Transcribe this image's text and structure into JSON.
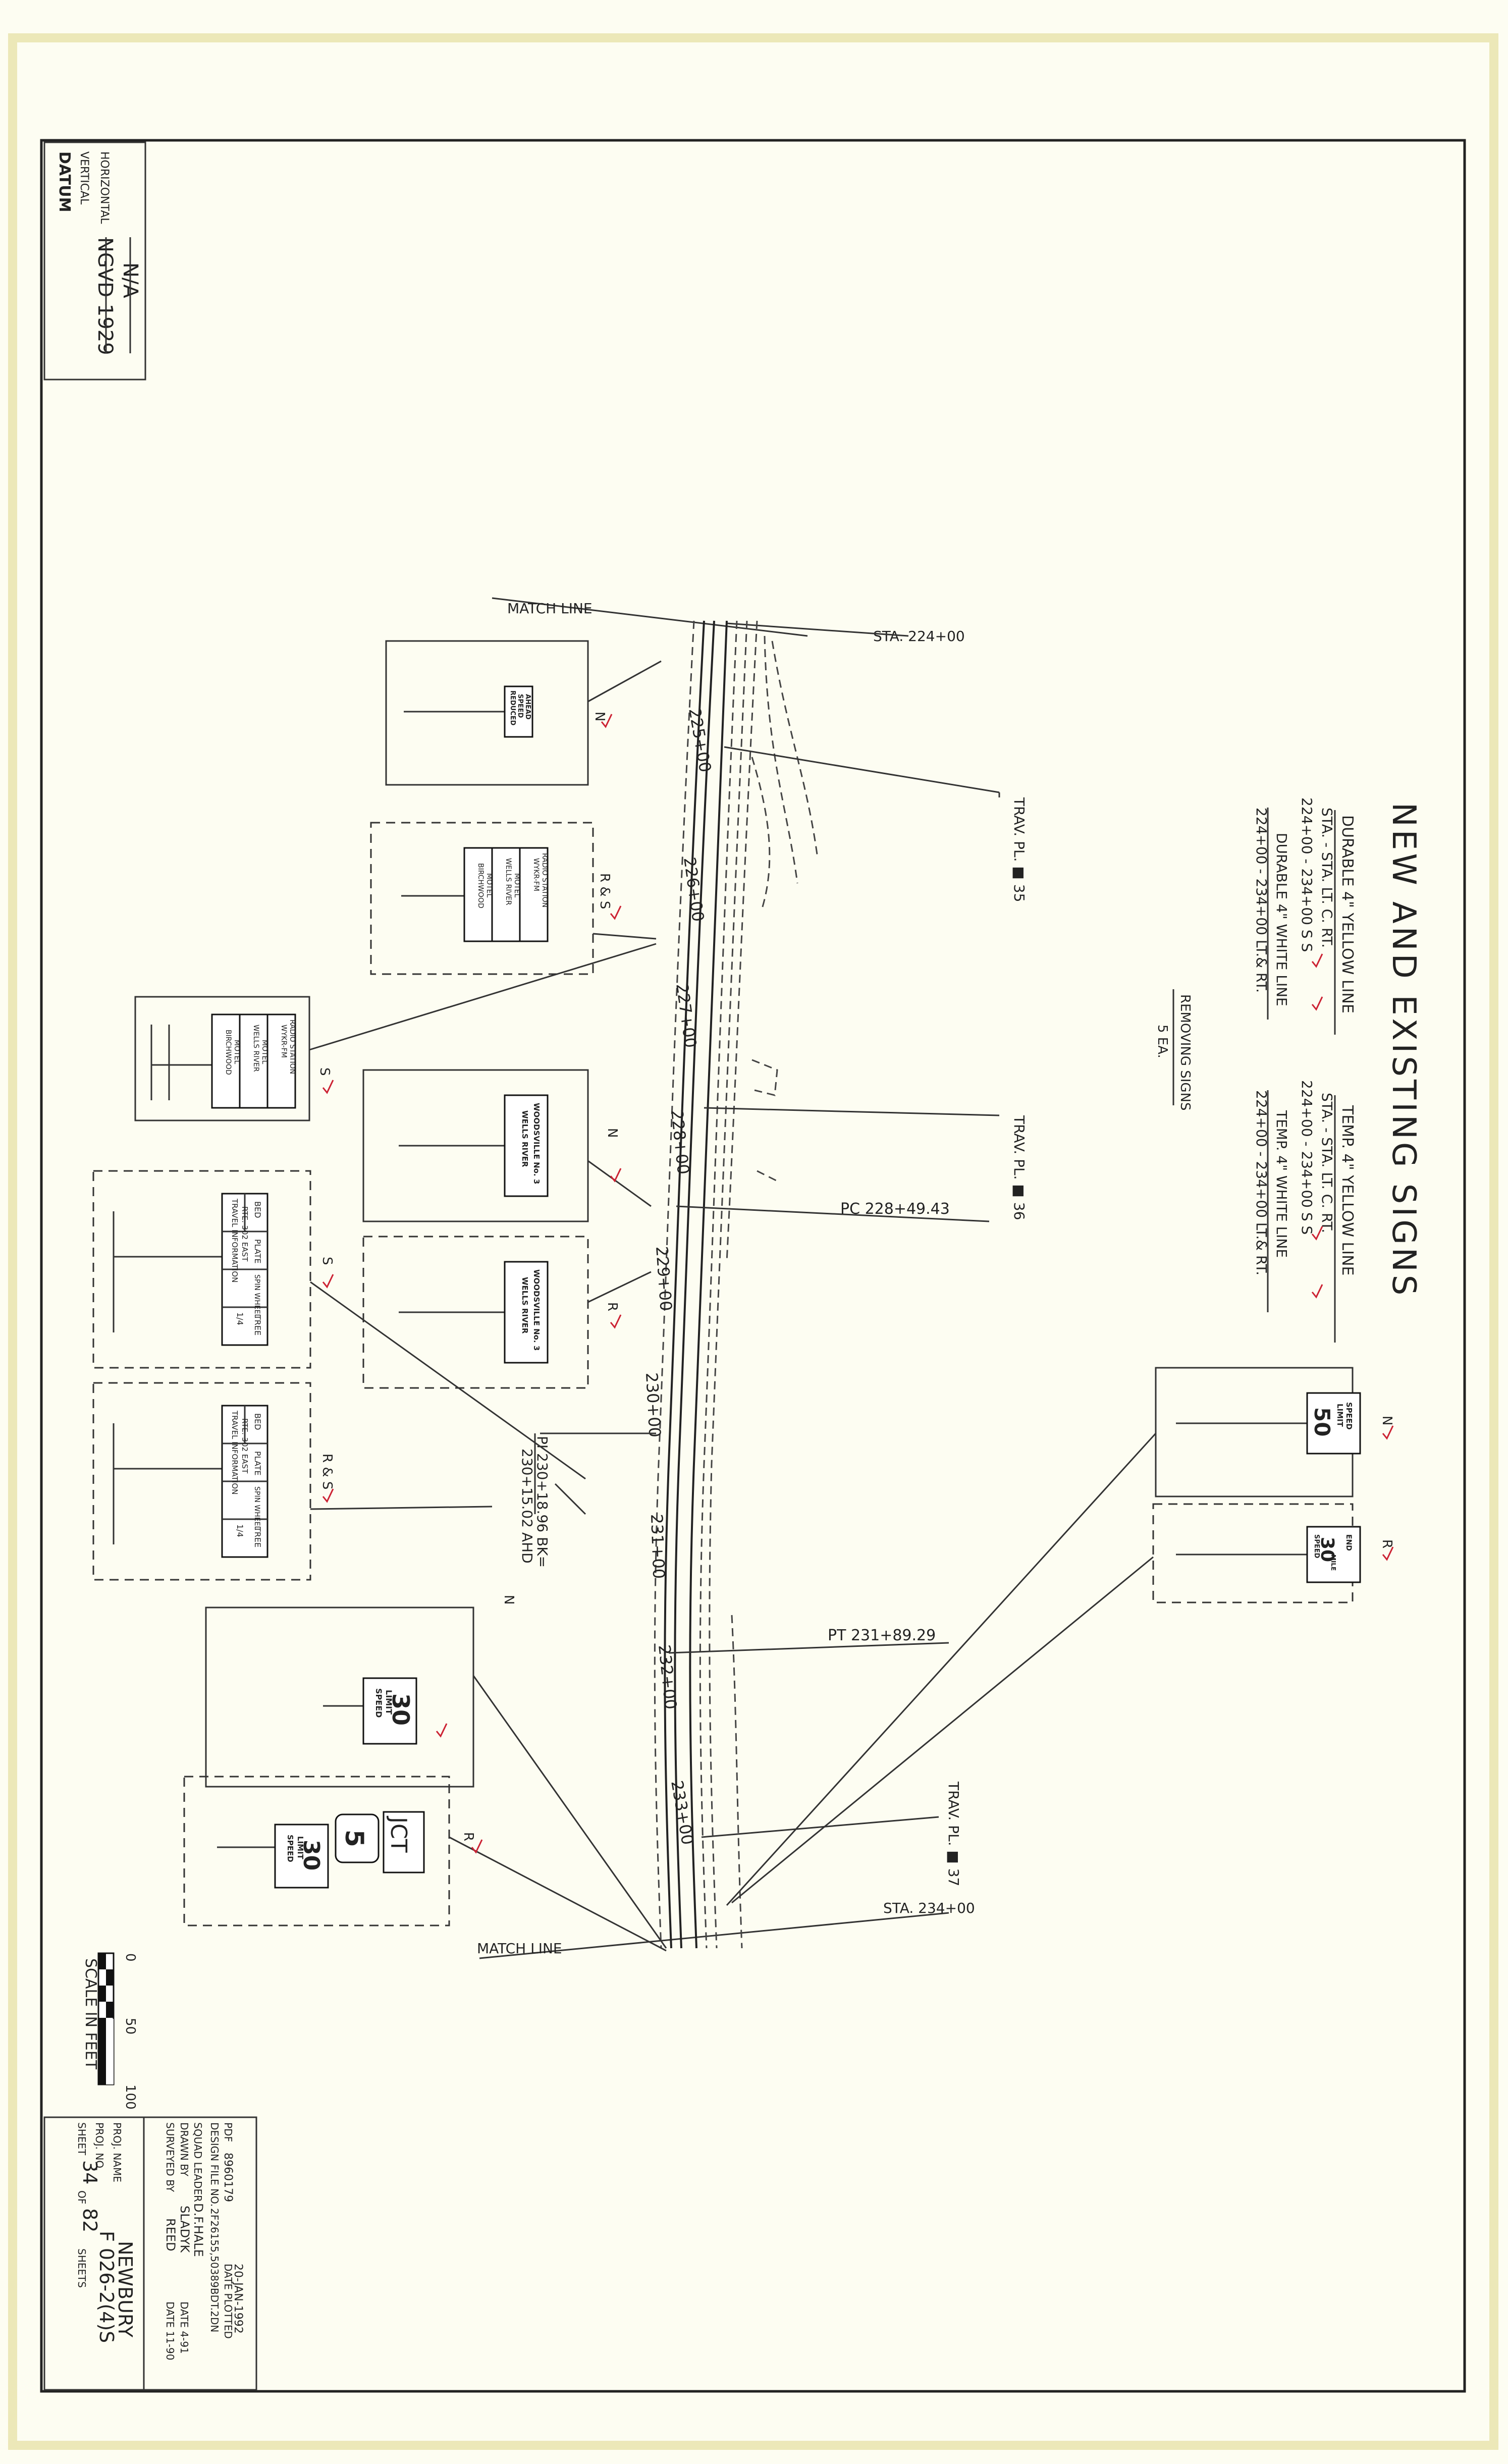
{
  "title": "NEW AND EXISTING SIGNS",
  "datum": {
    "heading": "DATUM",
    "vertical_label": "VERTICAL",
    "vertical_value": "NGVD 1929",
    "horizontal_label": "HORIZONTAL",
    "horizontal_value": "N/A"
  },
  "markings": {
    "durable_yellow": {
      "heading": "DURABLE 4\" YELLOW LINE",
      "cols": "STA. - STA.     LT.  C.  RT.",
      "row": "224+00 - 234+00     S     S"
    },
    "durable_white": {
      "heading": "DURABLE 4\" WHITE LINE",
      "row": "224+00 - 234+00 LT.& RT."
    },
    "temp_yellow": {
      "heading": "TEMP. 4\" YELLOW LINE",
      "cols": "STA. - STA.     LT.  C.  RT.",
      "row": "224+00 - 234+00     S     S"
    },
    "temp_white": {
      "heading": "TEMP. 4\" WHITE LINE",
      "row": "224+00 - 234+00 LT.& RT."
    },
    "removing": {
      "heading": "REMOVING SIGNS",
      "qty": "5 EA."
    }
  },
  "alignment": {
    "match_line_top": "MATCH LINE",
    "match_line_bottom": "MATCH LINE",
    "sta_start": "STA. 224+00",
    "sta_end": "STA. 234+00",
    "stations": [
      "225+00",
      "226+00",
      "227+00",
      "228+00",
      "229+00",
      "230+00",
      "231+00",
      "232+00",
      "233+00"
    ],
    "trav_35": "TRAV. PL. ■ 35",
    "trav_36": "TRAV. PL. ■ 36",
    "trav_37": "TRAV. PL. ■ 37",
    "pc": "PC 228+49.43",
    "pt": "PT 231+89.29",
    "pi_1": "PI 230+18.96 BK=",
    "pi_2": "230+15.02 AHD"
  },
  "signs": {
    "reduced": {
      "l1": "REDUCED",
      "l2": "SPEED",
      "l3": "AHEAD",
      "code": "N"
    },
    "radio_top": {
      "l1": "WYKR-FM",
      "l2": "RADIO STATION",
      "l3": "WELLS RIVER",
      "l4": "MOTEL",
      "l5": "BIRCHWOOD",
      "l6": "MOTEL",
      "code": "R & S"
    },
    "radio_left": {
      "l1": "WYKR-FM",
      "l2": "RADIO STATION",
      "l3": "WELLS RIVER",
      "l4": "MOTEL",
      "l5": "BIRCHWOOD",
      "l6": "MOTEL",
      "code": "S"
    },
    "wells_n": {
      "l1": "WELLS RIVER",
      "l2": "WOODSVILLE No. 3",
      "code": "N"
    },
    "wells_r": {
      "l1": "WELLS RIVER",
      "l2": "WOODSVILLE No. 3",
      "code": "R"
    },
    "travel_s": {
      "c1": "BED",
      "c2": "PLATE",
      "c3": "SPIN WHEEL",
      "c4": "TREE",
      "l1": "TRAVEL INFORMATION",
      "l2": "RTE. 302 EAST",
      "dist": "1/4",
      "code": "S"
    },
    "travel_rs": {
      "c1": "BED",
      "c2": "PLATE",
      "c3": "SPIN WHEEL",
      "c4": "TREE",
      "l1": "TRAVEL INFORMATION",
      "l2": "RTE. 302 EAST",
      "dist": "1/4",
      "code": "R & S"
    },
    "limit30_n": {
      "l1": "SPEED",
      "l2": "LIMIT",
      "num": "30",
      "code": "N"
    },
    "jct": {
      "jct": "JCT",
      "route": "5",
      "l1": "SPEED",
      "l2": "LIMIT",
      "num": "30",
      "code": "R"
    },
    "limit50_n": {
      "l1": "SPEED",
      "l2": "LIMIT",
      "num": "50",
      "code": "N"
    },
    "end30": {
      "l1": "END",
      "num": "30",
      "l2": "MILE",
      "l3": "SPEED",
      "code": "R"
    },
    "n_code_mid": "N"
  },
  "scale": {
    "label": "SCALE IN FEET",
    "t0": "0",
    "t50": "50",
    "t100": "100"
  },
  "title_block": {
    "surveyed_label": "SURVEYED BY",
    "surveyed_value": "REED",
    "surveyed_date": "DATE 11-90",
    "drawn_label": "DRAWN BY",
    "drawn_value": "SLADYK",
    "drawn_date": "DATE 4-91",
    "squad_label": "SQUAD LEADER",
    "squad_value": "D.F.HALE",
    "design_label": "DESIGN FILE NO.",
    "design_value": "2F26155,50389BDT.2DN",
    "pdf_label": "PDF",
    "pdf_value": "8960179",
    "plotted_label": "DATE PLOTTED",
    "plotted_value": "20-JAN-1992",
    "proj_name_label": "PROJ. NAME",
    "proj_name_value": "NEWBURY",
    "proj_no_label": "PROJ. NO.",
    "proj_no_value": "F 026-2(4)S",
    "sheet_label": "SHEET",
    "sheet_value": "34",
    "of_label": "OF",
    "of_value": "82",
    "sheets_label": "SHEETS"
  }
}
